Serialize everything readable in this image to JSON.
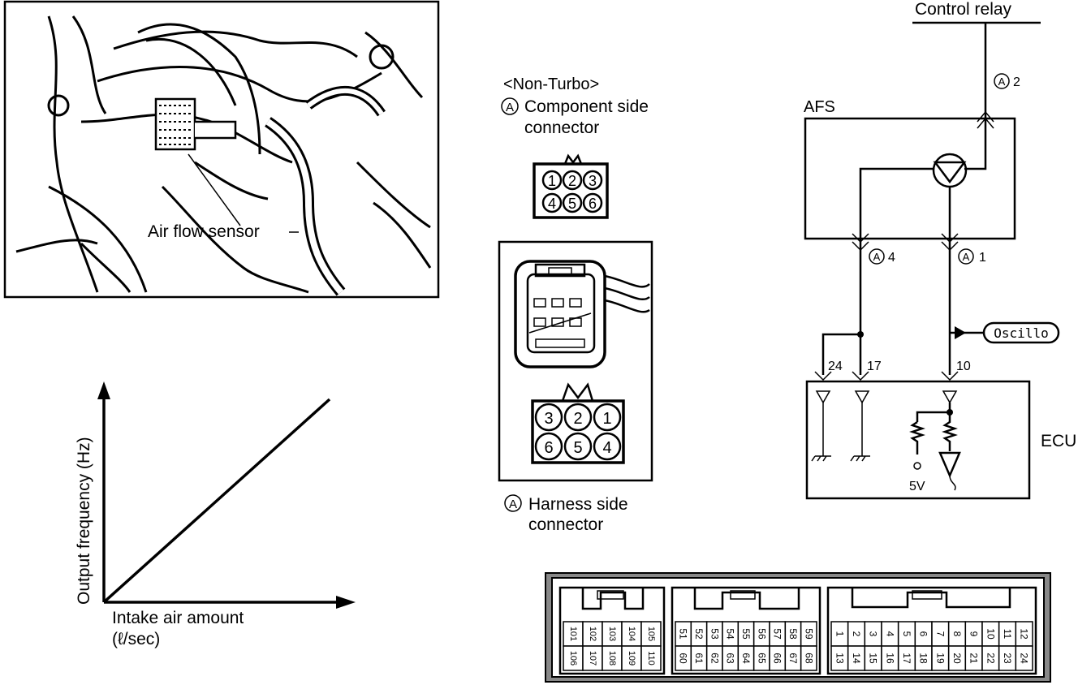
{
  "photo": {
    "callout_label": "Air flow sensor"
  },
  "connectors": {
    "variant_label": "<Non-Turbo>",
    "component_side": {
      "marker": "A",
      "line1": "Component side",
      "line2": "connector",
      "pins_top": [
        "1",
        "2",
        "3"
      ],
      "pins_bottom": [
        "4",
        "5",
        "6"
      ]
    },
    "harness_side": {
      "marker": "A",
      "line1": "Harness side",
      "line2": "connector",
      "pins_top": [
        "3",
        "2",
        "1"
      ],
      "pins_bottom": [
        "6",
        "5",
        "4"
      ]
    }
  },
  "graph": {
    "ylabel": "Output frequency (Hz)",
    "xlabel_line1": "Intake air amount",
    "xlabel_line2": "(ℓ/sec)"
  },
  "circuit": {
    "control_relay": "Control relay",
    "afs_label": "AFS",
    "ecu_label": "ECU",
    "pin_marker": "A",
    "pin2": "2",
    "pin4": "4",
    "pin1": "1",
    "ecu_pin24": "24",
    "ecu_pin17": "17",
    "ecu_pin10": "10",
    "oscillo": "Oscillo",
    "supply": "5V"
  },
  "ecu_connector": {
    "left_top": [
      "101",
      "102",
      "103",
      "104",
      "105"
    ],
    "left_bottom": [
      "106",
      "107",
      "108",
      "109",
      "110"
    ],
    "mid_top": [
      "51",
      "52",
      "53",
      "54",
      "55",
      "56",
      "57",
      "58",
      "59"
    ],
    "mid_bottom": [
      "60",
      "61",
      "62",
      "63",
      "64",
      "65",
      "66",
      "67",
      "68"
    ],
    "right_top": [
      "1",
      "2",
      "3",
      "4",
      "5",
      "6",
      "7",
      "8",
      "9",
      "10",
      "11",
      "12"
    ],
    "right_bottom": [
      "13",
      "14",
      "15",
      "16",
      "17",
      "18",
      "19",
      "20",
      "21",
      "22",
      "23",
      "24"
    ]
  }
}
